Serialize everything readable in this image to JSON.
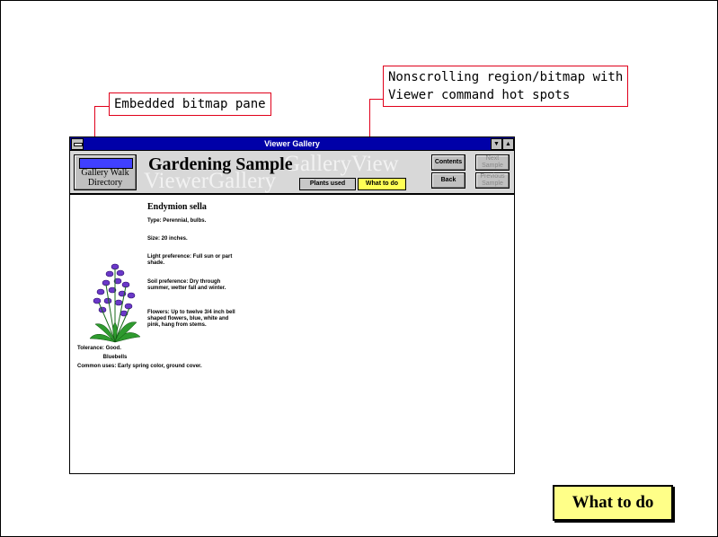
{
  "callouts": {
    "embedded_bitmap": "Embedded bitmap pane",
    "nonscrolling": "Nonscrolling region/bitmap with\nViewer command hot spots"
  },
  "window": {
    "title": "Viewer Gallery",
    "minimize_glyph": "▼",
    "maximize_glyph": "▲"
  },
  "banner": {
    "title": "Gardening Sample",
    "watermark_1": "GalleryView",
    "watermark_2": "ViewerGallery",
    "gallery_button_label": "Gallery Walk\nDirectory",
    "buttons": {
      "contents": "Contents",
      "next_sample": "Next Sample",
      "back": "Back",
      "previous_sample": "Previous Sample",
      "plants_used": "Plants used",
      "what_to_do": "What to do"
    }
  },
  "article": {
    "plant_name": "Endymion sella",
    "illustration_caption": "Bluebells",
    "paragraphs": {
      "type": "Type: Perennial, bulbs.",
      "size": "Size: 20 inches.",
      "light": "Light preference: Full sun or part shade.",
      "soil": "Soil preference: Dry through summer, wetter fall and winter.",
      "flowers": "Flowers: Up to twelve 3/4 inch bell shaped flowers, blue, white and pink, hang from stems.",
      "tolerance": "Tolerance: Good.",
      "uses": "Common uses: Early spring color, ground cover."
    }
  },
  "what_to_do_button": "What to do",
  "colors": {
    "callout_red": "#e0001b",
    "title_bar": "#0000a8",
    "what_to_do_yellow": "#ffff88"
  }
}
